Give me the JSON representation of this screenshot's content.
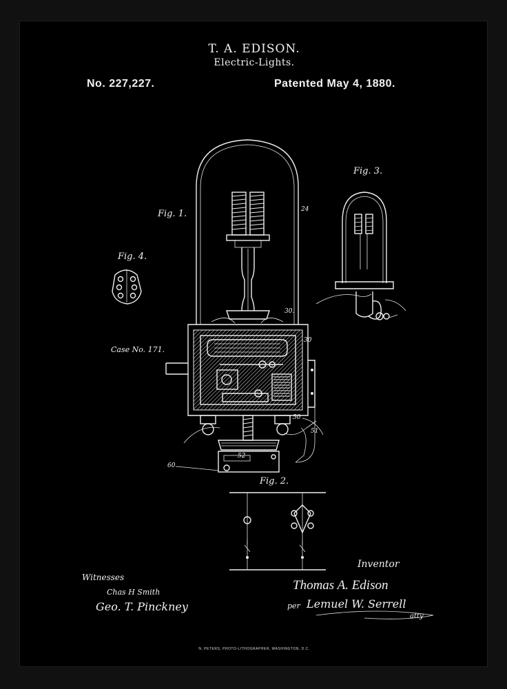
{
  "header": {
    "inventor_title": "T. A. EDISON.",
    "invention": "Electric-Lights.",
    "patent_number": "No. 227,227.",
    "patent_date": "Patented May 4, 1880."
  },
  "figures": {
    "fig1": "Fig. 1.",
    "fig2": "Fig. 2.",
    "fig3": "Fig. 3.",
    "fig4": "Fig. 4."
  },
  "case_label": "Case No. 171.",
  "reference_numbers": {
    "n24": "24",
    "n30": "30",
    "n30b": "30.",
    "n51": "51",
    "n60": "60",
    "n52": "52",
    "n50": "50"
  },
  "signatures": {
    "witnesses_label": "Witnesses",
    "witness1": "Chas H Smith",
    "witness2": "Geo. T. Pinckney",
    "inventor_label": "Inventor",
    "inventor_name": "Thomas A. Edison",
    "attorney_prefix": "per",
    "attorney": "Lemuel W. Serrell",
    "attorney_suffix": "atty"
  },
  "printer": "N. PETERS, PHOTO-LITHOGRAPHER, WASHINGTON, D.C."
}
